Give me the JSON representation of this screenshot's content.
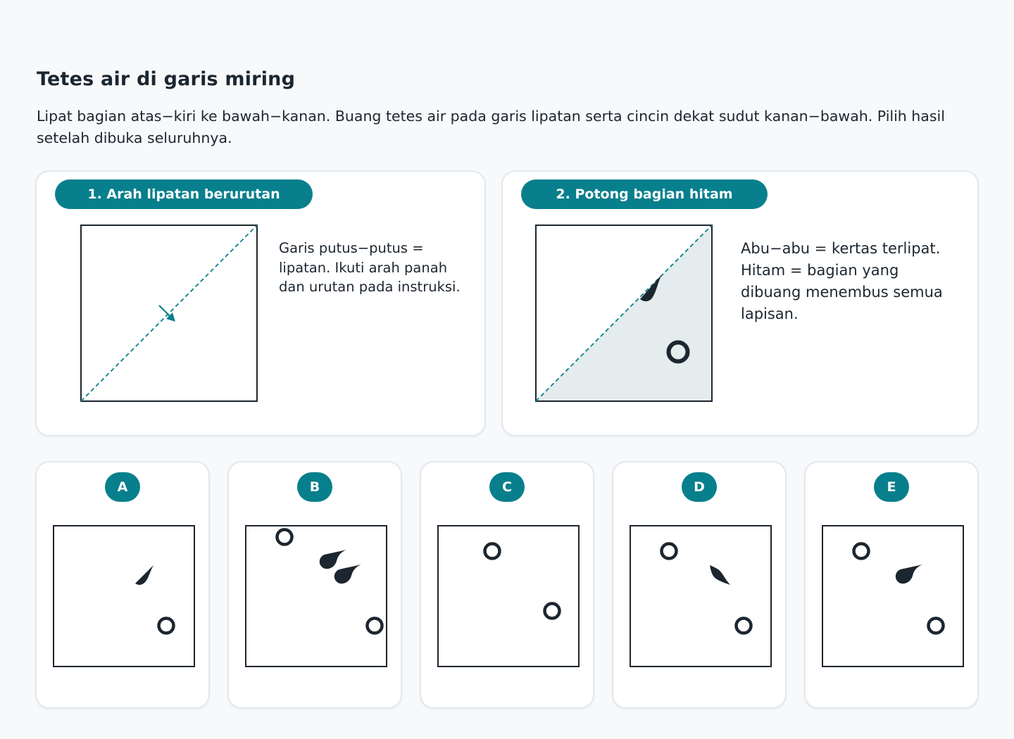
{
  "title": "Tetes air di garis miring",
  "instruction": "Lipat bagian atas−kiri ke bawah−kanan. Buang tetes air pada garis lipatan serta cincin dekat sudut kanan−bawah. Pilih hasil setelah dibuka seluruhnya.",
  "panel1": {
    "heading": "1. Arah lipatan berurutan",
    "note": "Garis putus−putus = lipatan. Ikuti arah panah dan urutan pada instruksi."
  },
  "panel2": {
    "heading": "2. Potong bagian hitam",
    "note": "Abu−abu = kertas terlipat. Hitam = bagian yang dibuang menembus semua lapisan."
  },
  "options": [
    {
      "label": "A"
    },
    {
      "label": "B"
    },
    {
      "label": "C"
    },
    {
      "label": "D"
    },
    {
      "label": "E"
    }
  ],
  "colors": {
    "accent": "#087f8c",
    "ink": "#1c2630",
    "folded_paper": "#e4eced",
    "background": "#f7f9fb"
  }
}
